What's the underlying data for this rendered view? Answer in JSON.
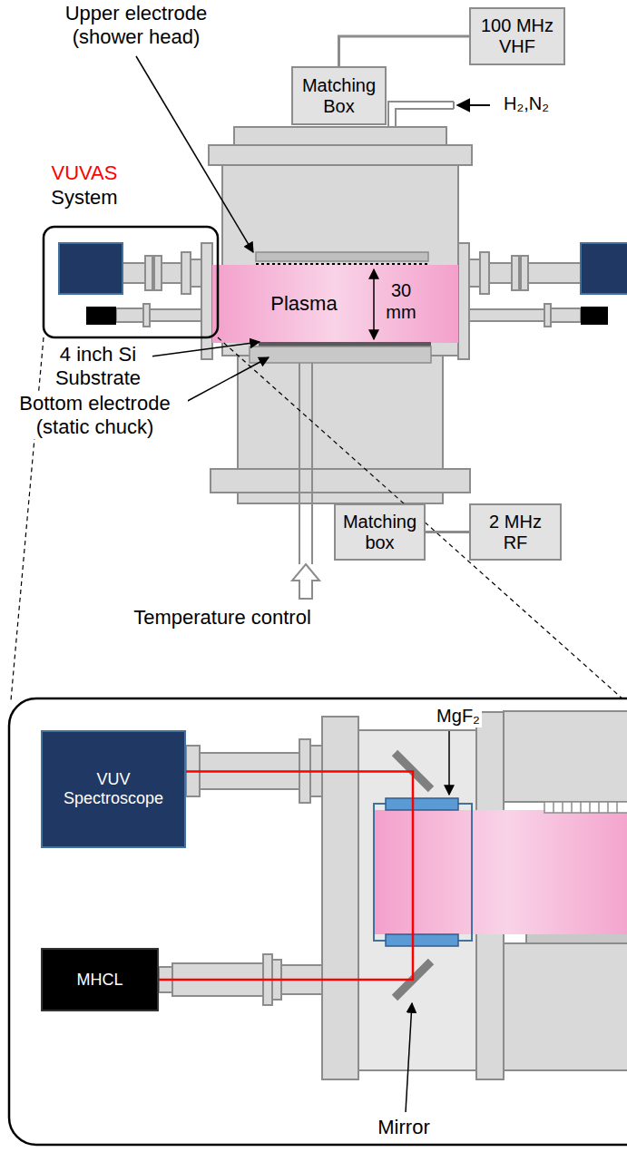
{
  "diagram": {
    "nodes": [
      {
        "text": [
          "100 MHz VHF"
        ]
      },
      {
        "text": [
          "Matching Box"
        ]
      },
      {
        "text": [
          "Matching box"
        ]
      },
      {
        "text": [
          "2 MHz RF"
        ]
      },
      {
        "text": [
          "VUV Spectroscope"
        ]
      },
      {
        "text": [
          "MHCL"
        ]
      }
    ],
    "edges": [
      {
        "from": 0,
        "to": 1,
        "arrow": "none"
      },
      {
        "from": 2,
        "to": 3,
        "arrow": "none"
      },
      {
        "from": 5,
        "to": 4,
        "arrow": "none"
      }
    ],
    "labels": [
      "Upper electrode (shower head)",
      "H₂,N₂",
      "VUVAS",
      "System",
      "Plasma",
      "30 mm",
      "4 inch Si Substrate",
      "Bottom electrode (static chuck)",
      "Temperature control",
      "MgF₂",
      "Mirror"
    ]
  }
}
